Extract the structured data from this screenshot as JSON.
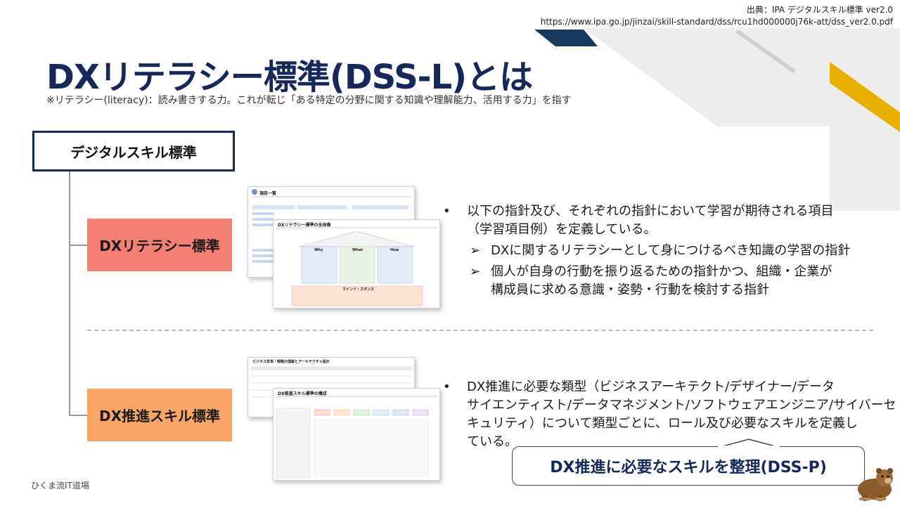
{
  "source": {
    "line1": "出典：IPA デジタルスキル標準 ver2.0",
    "line2": "https://www.ipa.go.jp/jinzai/skill-standard/dss/rcu1hd000000j76k-att/dss_ver2.0.pdf"
  },
  "title": "DXリテラシー標準(DSS-L)とは",
  "subtitle": "※リテラシー(literacy)：読み書きする力。これが転じ「ある特定の分野に関する知識や理解能力、活用する力」を指す",
  "tree": {
    "root": "デジタルスキル標準",
    "literacy": "DXリテラシー標準",
    "promotion": "DX推進スキル標準"
  },
  "literacy_section": {
    "thumb_back_title": "項目一覧",
    "thumb_front_title": "DXリテラシー標準の全体像",
    "thumb_front_footer": "マインド・スタンス",
    "thumb_cols": [
      "Why",
      "What",
      "How"
    ],
    "bullet_main": [
      "以下の指針及び、それぞれの指針において学習が期待される項目",
      "（学習項目例）を定義している。"
    ],
    "sub_items": [
      [
        "DXに関するリテラシーとして身につけるべき知識の学習の指針"
      ],
      [
        "個人が自身の行動を振り返るための指針かつ、組織・企業が",
        "構成員に求める意識・姿勢・行動を検討する指針"
      ]
    ]
  },
  "promotion_section": {
    "thumb_back_title": "ビジネス変革｜戦略の理解とアーキテクチャ設計",
    "thumb_front_title": "DX推進スキル標準の構成",
    "bullet_main": [
      "DX推進に必要な類型（ビジネスアーキテクト/デザイナー/データ",
      "サイエンティスト/データマネジメント/ソフトウェアエンジニア/サイバーセ",
      "キュリティ）について類型ごとに、ロール及び必要なスキルを定義し",
      "ている。"
    ]
  },
  "callout": "DX推進に必要なスキルを整理(DSS-P)",
  "footer": "ひくま流IT道場",
  "colors": {
    "navy": "#14285a",
    "literacy_box": "#f47f73",
    "promotion_box": "#f9a566",
    "accent_yellow": "#e8b100"
  }
}
